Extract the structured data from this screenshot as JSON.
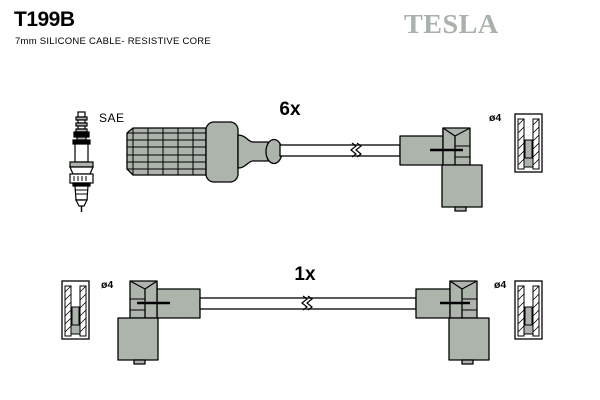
{
  "sheet": {
    "background_color": "#ffffff",
    "line_color": "#000000",
    "part_fill_color": "#adb4ac"
  },
  "header": {
    "part_number": "T199B",
    "description": "7mm SILICONE CABLE- RESISTIVE CORE",
    "brand": "TESLA",
    "brand_color": "#a9b1ab"
  },
  "assemblies": [
    {
      "id": "upper-assembly",
      "quantity_label": "6x",
      "spark_plug_label": "SAE",
      "left_end": "spark-plug-boot-ribbed",
      "right_end": "right-angle-connector",
      "grommet_label": "ø4"
    },
    {
      "id": "lower-assembly",
      "quantity_label": "1x",
      "left_grommet_label": "ø4",
      "right_grommet_label": "ø4",
      "left_end": "right-angle-connector-mirrored",
      "right_end": "right-angle-connector"
    }
  ],
  "labels": {
    "sae": "SAE",
    "qty_upper": "6x",
    "qty_lower": "1x",
    "diameter_upper_right": "ø4",
    "diameter_lower_left": "ø4",
    "diameter_lower_right": "ø4"
  }
}
